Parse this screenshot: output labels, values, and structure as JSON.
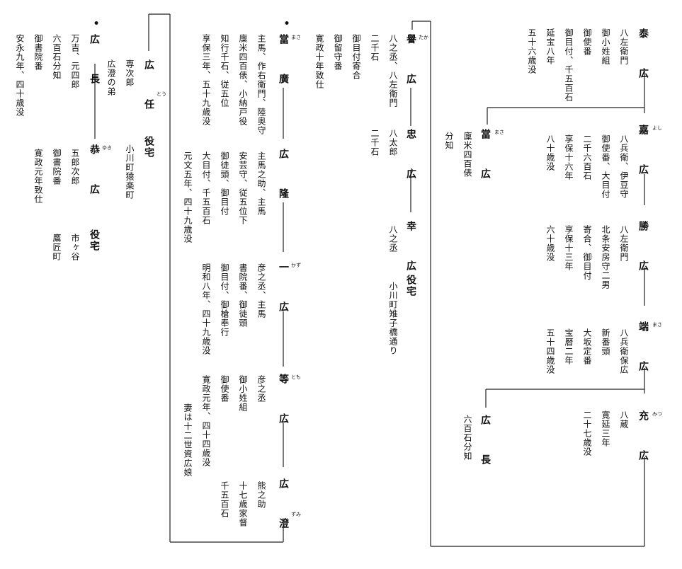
{
  "family": {
    "yasuhiro": {
      "name": "泰　広",
      "notes": [
        "八左衛門",
        "御小姓組",
        "御使番",
        "御目付、千五百石",
        "延宝八年",
        "五十六歳没"
      ]
    },
    "yoshihiro": {
      "name": "嘉　広",
      "ruby": "よし",
      "notes": [
        "八兵衛、伊豆守",
        "御使番、大目付",
        "二千六百石",
        "享保十六年",
        "八十歳没"
      ]
    },
    "katsuhiro": {
      "name": "勝　広",
      "notes": [
        "八左衛門",
        "北条安房守二男",
        "寄合、御目付",
        "享保十三年",
        "六十歳没"
      ]
    },
    "masahiro": {
      "name": "端　広",
      "ruby": "まさ",
      "notes": [
        "八兵衛保広",
        "新番頭",
        "大坂定番",
        "宝暦二年",
        "五十四歳没"
      ]
    },
    "mitsuhiro": {
      "name": "充　広",
      "ruby": "みつ",
      "notes": [
        "八蔵",
        "寛延三年",
        "二十七歳没"
      ]
    },
    "hironaga_right": {
      "name": "広　長",
      "notes": [
        "六百石分知"
      ]
    },
    "masahiro2": {
      "name": "當　広",
      "ruby": "まさ",
      "notes": [
        "廩米四百俵",
        "分知"
      ]
    },
    "takahiro": {
      "name": "譽　広",
      "ruby": "たか",
      "notes": [
        "八之丞、八左衛門",
        "二千石",
        "御目付寄合",
        "御留守番",
        "寛政十年致仕"
      ]
    },
    "tadahiro": {
      "name": "忠　広",
      "notes": [
        "八太郎",
        "二千石"
      ]
    },
    "yukihiro": {
      "name": "幸　広",
      "notes": [
        "八之丞"
      ],
      "role": "役宅",
      "address": "小川町雉子橋通り"
    },
    "masahiro3": {
      "name": "當　廣",
      "ruby": "まさ",
      "notes": [
        "主馬、作右衛門、陸奥守",
        "廩米四百俵、小納戸役",
        "知行千石、従五位",
        "享保三年、五十九歳没"
      ]
    },
    "hirotaka": {
      "name": "広　隆",
      "notes": [
        "主馬之助、主馬",
        "安芸守、従五位下",
        "御徒頭、御目付",
        "大目付、千五百石",
        "元文五年、四十九歳没"
      ]
    },
    "kazuhiro": {
      "name": "一　広",
      "ruby": "かず",
      "notes": [
        "彦之丞、主馬",
        "書院番、御徒頭",
        "御目付、御槍奉行",
        "明和八年、四十九歳没"
      ]
    },
    "tomohiro": {
      "name": "等　広",
      "ruby": "とも",
      "notes": [
        "彦之丞",
        "御小姓組",
        "御使番",
        "寛政元年、四十四歳没",
        "妻は十二世資広娘"
      ]
    },
    "hirozumi": {
      "name": "広　澄",
      "ruby": "ずみ",
      "notes": [
        "熊之助",
        "十七歳家督",
        "千五百石"
      ]
    },
    "hirotou": {
      "name": "広　任",
      "ruby": "とう",
      "notes": [
        "専次郎",
        "広澄の弟"
      ],
      "role": "役宅",
      "address": "小川町猿楽町"
    },
    "yukihiro2": {
      "name": "恭　広",
      "ruby": "ゆき",
      "notes": [
        "五郎次郎",
        "御書院番",
        "寛政元年致仕"
      ],
      "role": "役宅",
      "address": "市ヶ谷",
      "address2": "鷹匠町"
    },
    "hironaga_left": {
      "name": "広　長",
      "notes": [
        "万吉、元四郎",
        "六百石分知",
        "御書院番",
        "安永九年、四十歳没"
      ]
    }
  },
  "bullets": {
    "b1": "•",
    "b2": "•"
  }
}
